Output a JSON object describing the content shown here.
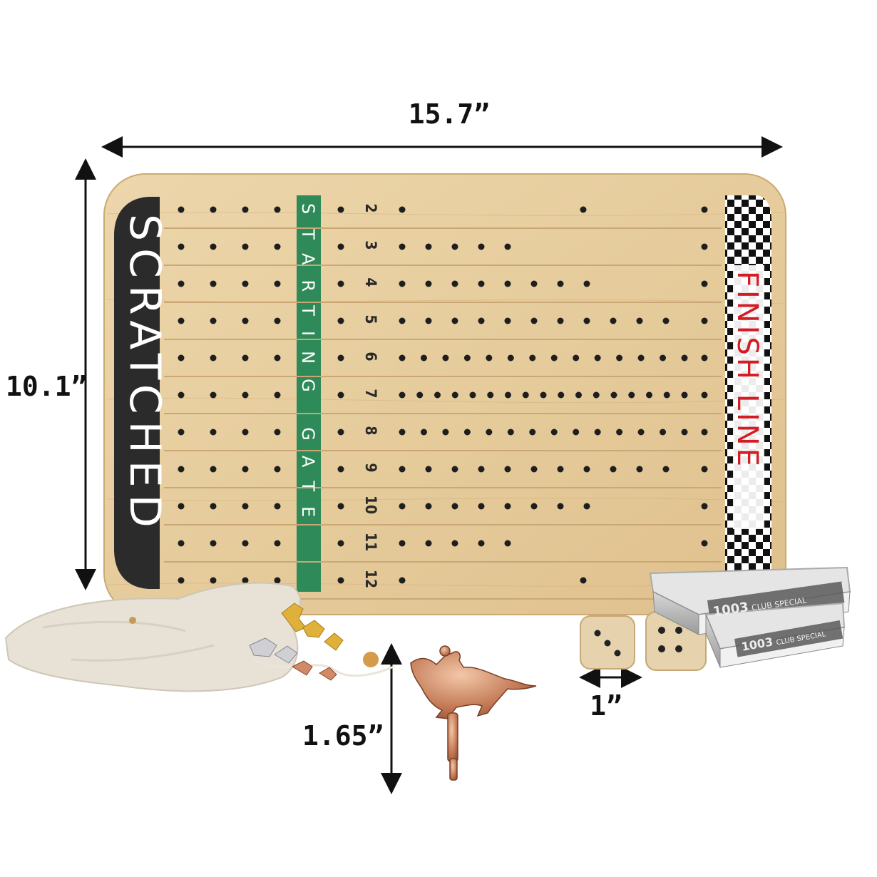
{
  "dimensions": {
    "width": "15.7”",
    "height": "10.1”",
    "dice": "1”",
    "token": "1.65”"
  },
  "board": {
    "scratched": "SCRATCHED",
    "starting_gate": "STARTING GATE",
    "finish_line": "FINISH LINE",
    "rows": [
      {
        "number": "2",
        "holes": 2
      },
      {
        "number": "3",
        "holes": 5
      },
      {
        "number": "4",
        "holes": 8
      },
      {
        "number": "5",
        "holes": 11
      },
      {
        "number": "6",
        "holes": 14
      },
      {
        "number": "7",
        "holes": 17
      },
      {
        "number": "8",
        "holes": 14
      },
      {
        "number": "9",
        "holes": 11
      },
      {
        "number": "10",
        "holes": 8
      },
      {
        "number": "11",
        "holes": 5
      },
      {
        "number": "12",
        "holes": 2
      }
    ]
  },
  "cards": {
    "brand": "1003",
    "brand_sub": "CLUB SPECIAL"
  },
  "colors": {
    "wood": "#e8cfa0",
    "scratched_band": "#2b2b2b",
    "starting_band": "#2e8a58",
    "finish_text": "#d31c24"
  }
}
